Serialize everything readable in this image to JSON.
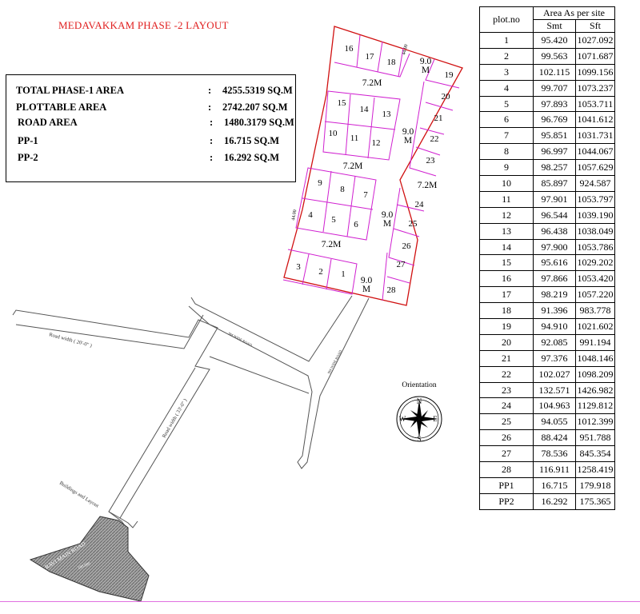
{
  "title": "MEDAVAKKAM PHASE -2 LAYOUT",
  "summary": [
    {
      "label": "TOTAL  PHASE-1 AREA",
      "value": "4255.5319 SQ.M"
    },
    {
      "label": "PLOTTABLE  AREA",
      "value": "2742.207  SQ.M"
    },
    {
      "label": "ROAD  AREA",
      "value": "1480.3179  SQ.M"
    },
    {
      "label": "PP-1",
      "value": "16.715  SQ.M"
    },
    {
      "label": "PP-2",
      "value": "16.292  SQ.M"
    }
  ],
  "table": {
    "header_plot": "plot.no",
    "header_area": "Area As per site",
    "header_smt": "Smt",
    "header_sft": "Sft",
    "rows": [
      [
        "1",
        "95.420",
        "1027.092"
      ],
      [
        "2",
        "99.563",
        "1071.687"
      ],
      [
        "3",
        "102.115",
        "1099.156"
      ],
      [
        "4",
        "99.707",
        "1073.237"
      ],
      [
        "5",
        "97.893",
        "1053.711"
      ],
      [
        "6",
        "96.769",
        "1041.612"
      ],
      [
        "7",
        "95.851",
        "1031.731"
      ],
      [
        "8",
        "96.997",
        "1044.067"
      ],
      [
        "9",
        "98.257",
        "1057.629"
      ],
      [
        "10",
        "85.897",
        "924.587"
      ],
      [
        "11",
        "97.901",
        "1053.797"
      ],
      [
        "12",
        "96.544",
        "1039.190"
      ],
      [
        "13",
        "96.438",
        "1038.049"
      ],
      [
        "14",
        "97.900",
        "1053.786"
      ],
      [
        "15",
        "95.616",
        "1029.202"
      ],
      [
        "16",
        "97.866",
        "1053.420"
      ],
      [
        "17",
        "98.219",
        "1057.220"
      ],
      [
        "18",
        "91.396",
        "983.778"
      ],
      [
        "19",
        "94.910",
        "1021.602"
      ],
      [
        "20",
        "92.085",
        "991.194"
      ],
      [
        "21",
        "97.376",
        "1048.146"
      ],
      [
        "22",
        "102.027",
        "1098.209"
      ],
      [
        "23",
        "132.571",
        "1426.982"
      ],
      [
        "24",
        "104.963",
        "1129.812"
      ],
      [
        "25",
        "94.055",
        "1012.399"
      ],
      [
        "26",
        "88.424",
        "951.788"
      ],
      [
        "27",
        "78.536",
        "845.354"
      ],
      [
        "28",
        "116.911",
        "1258.419"
      ],
      [
        "PP1",
        "16.715",
        "179.918"
      ],
      [
        "PP2",
        "16.292",
        "175.365"
      ]
    ]
  },
  "map": {
    "plots": [
      "1",
      "2",
      "3",
      "4",
      "5",
      "6",
      "7",
      "8",
      "9",
      "10",
      "11",
      "12",
      "13",
      "14",
      "15",
      "16",
      "17",
      "18",
      "19",
      "20",
      "21",
      "22",
      "23",
      "24",
      "25",
      "26",
      "27",
      "28"
    ],
    "road_labels": [
      "7.2M",
      "7.2M",
      "7.2M",
      "7.2M",
      "9.0\nM",
      "9.0\nM",
      "9.0\nM",
      "9.0\nM"
    ],
    "side_dim": "44.00",
    "road_width_20": "Road width ( 20'-0\" )",
    "road_width_33": "Road width ( 33'-0\" )",
    "wide_road_1": "9M WIDE ROAD",
    "wide_road_2": "9M WIDE ROAD",
    "buildings_layout": "Buildings and Layout",
    "main_road": "RAVI MAIN ROAD",
    "main_road_num": "100.000",
    "orientation": "Orientation",
    "compass": {
      "n": "N",
      "s": "S",
      "e": "E",
      "w": "W"
    }
  }
}
